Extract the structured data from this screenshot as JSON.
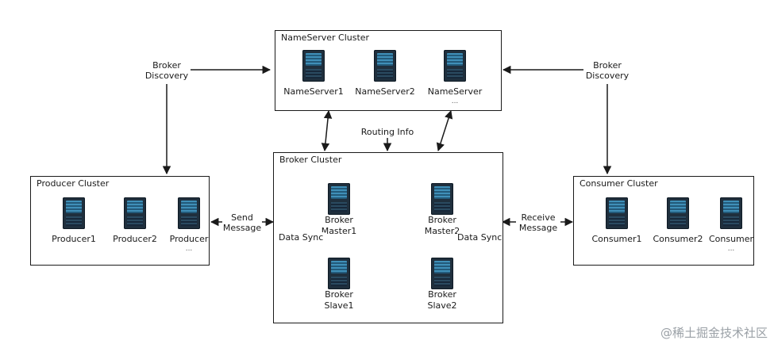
{
  "clusters": {
    "nameserver": {
      "title": "NameServer Cluster",
      "servers": [
        {
          "label": "NameServer1",
          "sub": ""
        },
        {
          "label": "NameServer2",
          "sub": ""
        },
        {
          "label": "NameServer",
          "sub": "..."
        }
      ]
    },
    "producer": {
      "title": "Producer Cluster",
      "servers": [
        {
          "label": "Producer1",
          "sub": ""
        },
        {
          "label": "Producer2",
          "sub": ""
        },
        {
          "label": "Producer",
          "sub": "..."
        }
      ]
    },
    "broker": {
      "title": "Broker Cluster",
      "servers": [
        {
          "label": "Broker",
          "label2": "Master1"
        },
        {
          "label": "Broker",
          "label2": "Master2"
        },
        {
          "label": "Broker",
          "label2": "Slave1"
        },
        {
          "label": "Broker",
          "label2": "Slave2"
        }
      ]
    },
    "consumer": {
      "title": "Consumer Cluster",
      "servers": [
        {
          "label": "Consumer1",
          "sub": ""
        },
        {
          "label": "Consumer2",
          "sub": ""
        },
        {
          "label": "Consumer",
          "sub": "..."
        }
      ]
    }
  },
  "flows": {
    "broker_discovery_left": {
      "line1": "Broker",
      "line2": "Discovery"
    },
    "broker_discovery_right": {
      "line1": "Broker",
      "line2": "Discovery"
    },
    "routing_info": "Routing Info",
    "send_message": {
      "line1": "Send",
      "line2": "Message"
    },
    "receive_message": {
      "line1": "Receive",
      "line2": "Message"
    },
    "data_sync_left": "Data Sync",
    "data_sync_right": "Data Sync"
  },
  "watermark": "@稀土掘金技术社区",
  "colors": {
    "stroke": "#1a1a1a",
    "server_body": "#1f2f3d",
    "server_screen": "#3f8fb8"
  },
  "icons": [
    "server-icon"
  ]
}
